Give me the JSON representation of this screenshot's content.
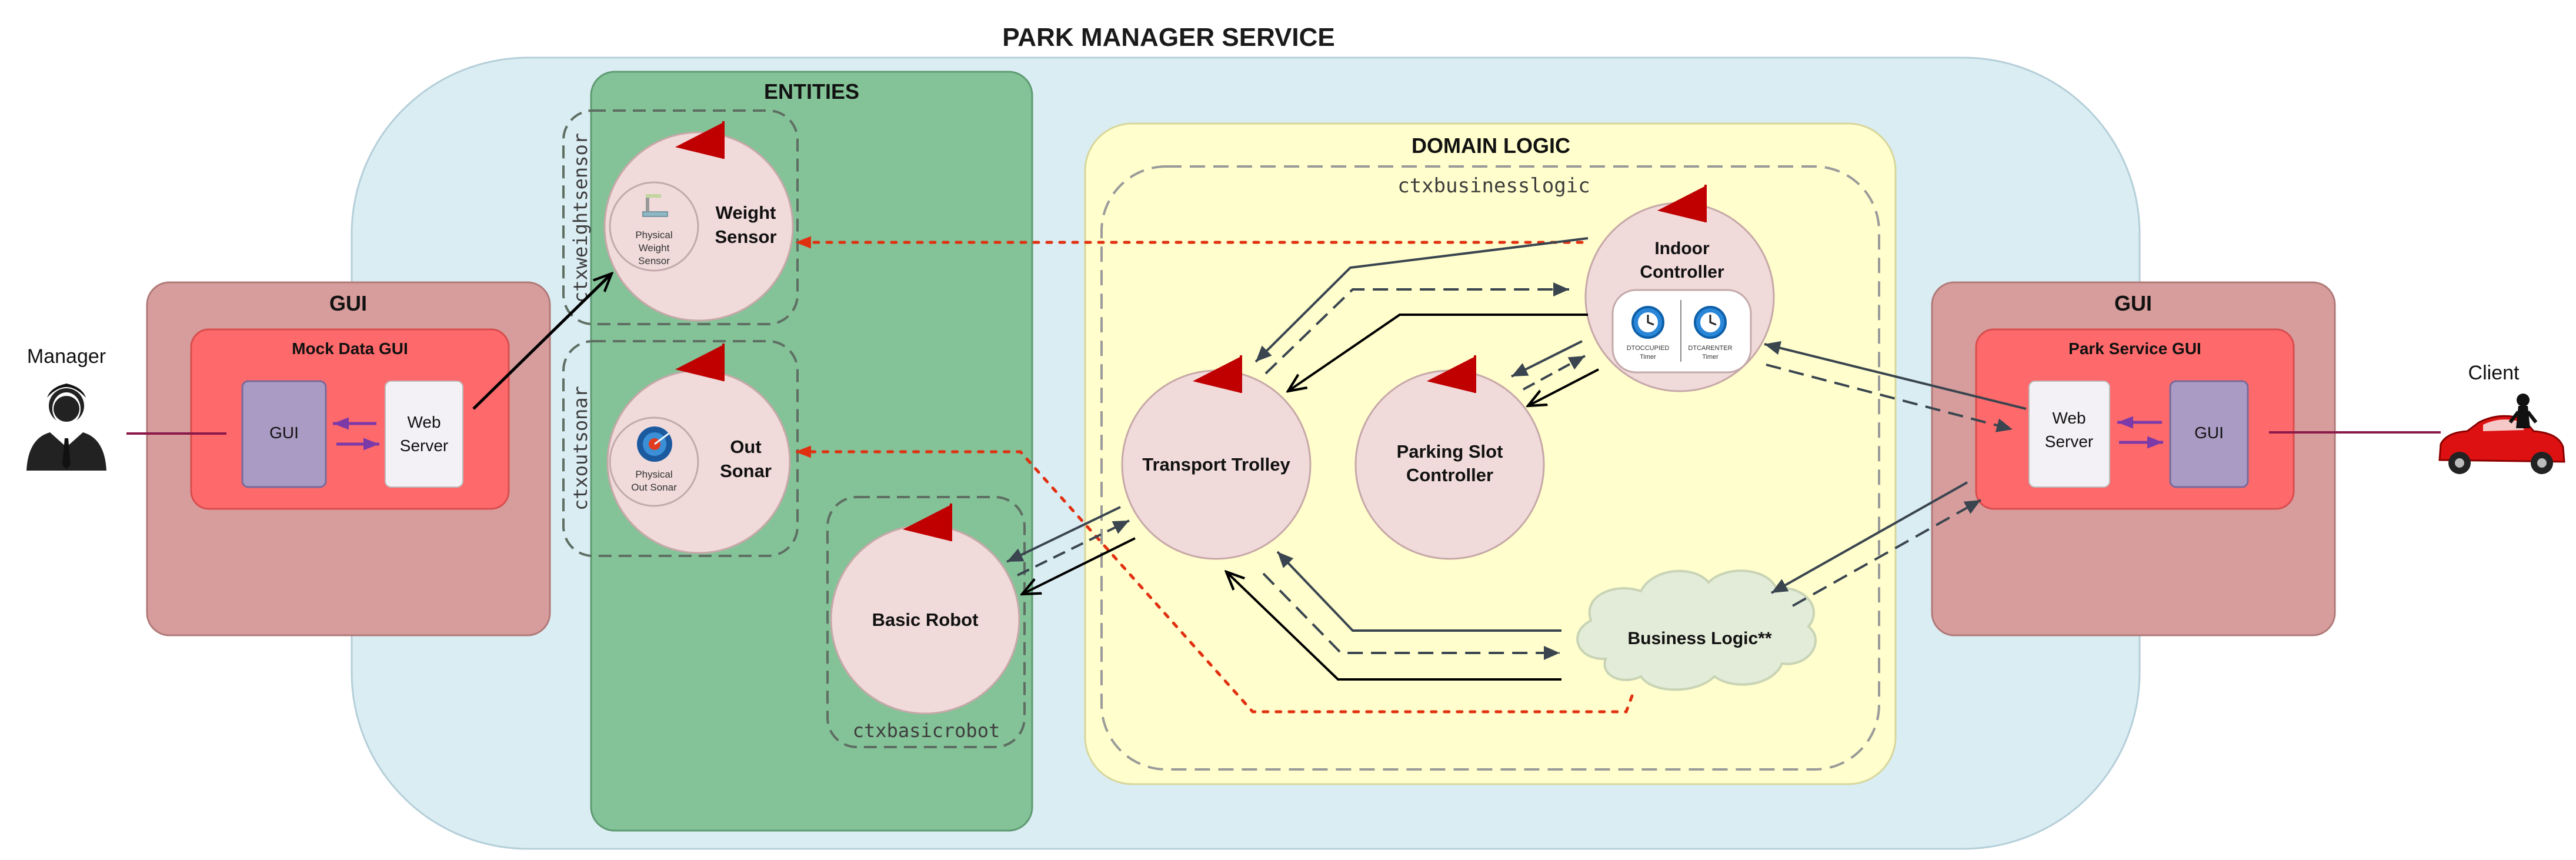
{
  "title": "PARK MANAGER SERVICE",
  "actors": {
    "manager": "Manager",
    "client": "Client"
  },
  "left_gui": {
    "title": "GUI",
    "inner_title": "Mock Data GUI",
    "gui_label": "GUI",
    "server_line1": "Web",
    "server_line2": "Server"
  },
  "right_gui": {
    "title": "GUI",
    "inner_title": "Park Service GUI",
    "gui_label": "GUI",
    "server_line1": "Web",
    "server_line2": "Server"
  },
  "entities": {
    "title": "ENTITIES",
    "weight_sensor": {
      "line1": "Weight",
      "line2": "Sensor",
      "device_line1": "Physical",
      "device_line2": "Weight",
      "device_line3": "Sensor",
      "context": "ctxweightsensor"
    },
    "out_sonar": {
      "line1": "Out",
      "line2": "Sonar",
      "device_line1": "Physical",
      "device_line2": "Out Sonar",
      "context": "ctxoutsonar"
    },
    "basic_robot": {
      "label": "Basic Robot",
      "context": "ctxbasicrobot"
    }
  },
  "domain_logic": {
    "title": "DOMAIN LOGIC",
    "context": "ctxbusinesslogic",
    "indoor_controller": {
      "line1": "Indoor",
      "line2": "Controller",
      "timer1_line1": "DTOCCUPIED",
      "timer1_line2": "Timer",
      "timer2_line1": "DTCARENTER",
      "timer2_line2": "Timer"
    },
    "transport_trolley": "Transport Trolley",
    "parking_slot": {
      "line1": "Parking Slot",
      "line2": "Controller"
    },
    "business_logic": "Business Logic**"
  },
  "colors": {
    "service_bg": "#daedf3",
    "entities_bg": "#84c298",
    "domain_bg": "#fffecc",
    "gui_outer": "#d69d9c",
    "gui_inner": "#fe6a6b",
    "actor_circle": "#f0dada",
    "flag": "#c00000",
    "dotted_red": "#e03010",
    "gui_box": "#a99bc3",
    "purple_arrow": "#7c3aa8",
    "car": "#dd1111"
  },
  "icons": [
    "person-icon",
    "car-icon",
    "scale-icon",
    "sonar-icon",
    "alarm-clock-icon",
    "flag-icon"
  ]
}
